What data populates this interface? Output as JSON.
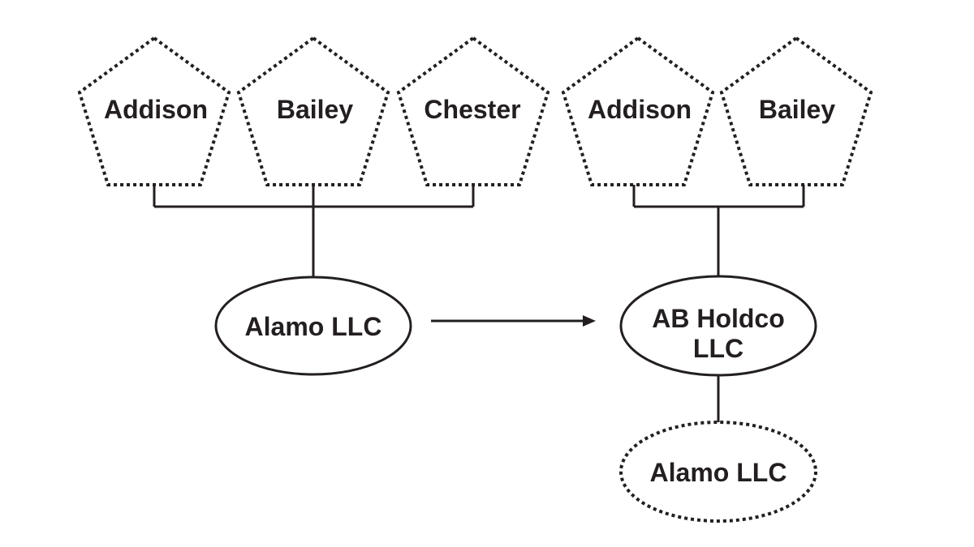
{
  "before": {
    "owners": [
      "Addison",
      "Bailey",
      "Chester"
    ],
    "company": "Alamo LLC"
  },
  "after": {
    "owners": [
      "Addison",
      "Bailey"
    ],
    "holdco_line1": "AB Holdco",
    "holdco_line2": "LLC",
    "subsidiary": "Alamo LLC"
  },
  "colors": {
    "ink": "#231f20",
    "background": "#ffffff"
  }
}
